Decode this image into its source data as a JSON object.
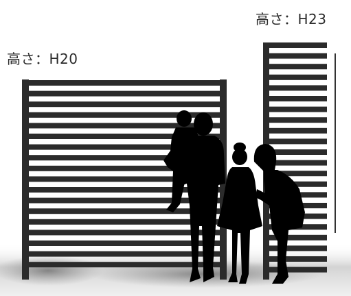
{
  "labels": {
    "left_height": "高さ：H20",
    "right_height": "高さ：H23"
  },
  "colors": {
    "slat": "#2b2b2b",
    "silhouette": "#000000",
    "ground_shadow": "#b8b8b8"
  },
  "figures": [
    "man-carrying-child",
    "girl",
    "woman"
  ]
}
